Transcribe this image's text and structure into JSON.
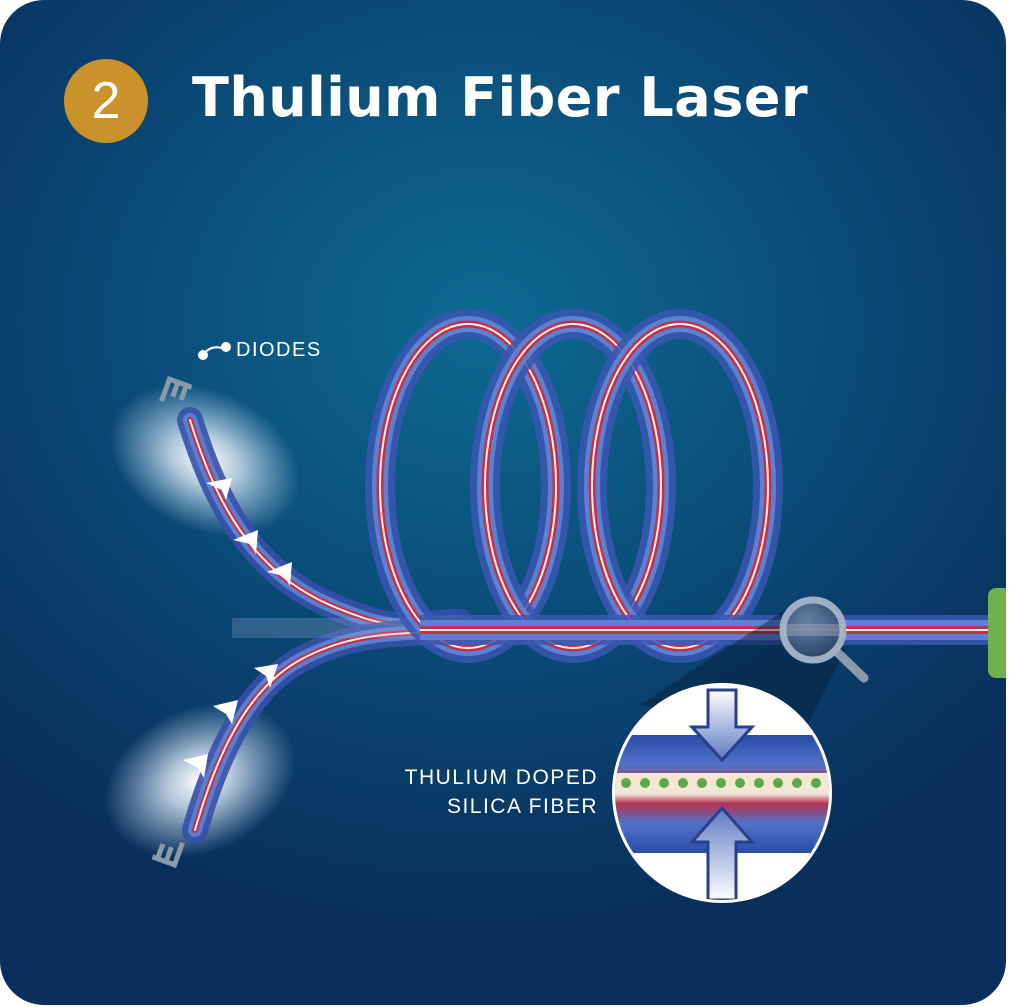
{
  "header": {
    "step_number": "2",
    "title": "Thulium Fiber Laser"
  },
  "labels": {
    "diodes": "DIODES",
    "fiber_line1": "THULIUM DOPED",
    "fiber_line2": "SILICA FIBER"
  },
  "colors": {
    "background": "#0a4a78",
    "badge": "#c9922b",
    "fiber_glow": "#3f63b8",
    "fiber_core": "#c0324a",
    "output_coupler": "#6fb04f",
    "dopant_dots": "#5fa84a"
  },
  "icons": {
    "diode_pins": "diode-pins-icon",
    "magnifier": "magnifier-icon",
    "label_pointer": "label-pointer-icon"
  }
}
